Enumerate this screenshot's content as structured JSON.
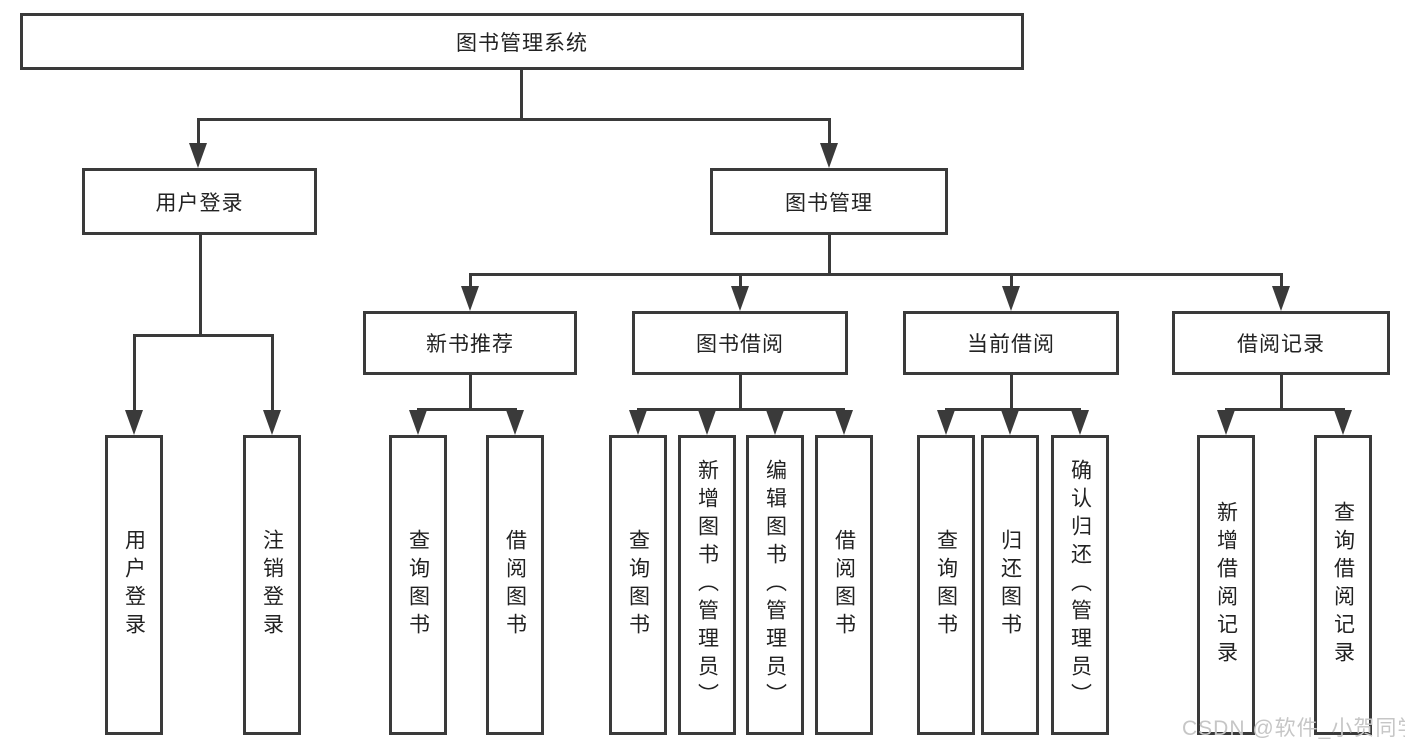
{
  "diagram": {
    "root": {
      "label": "图书管理系统"
    },
    "branches": [
      {
        "label": "用户登录",
        "children": [
          {
            "label": "用户登录"
          },
          {
            "label": "注销登录"
          }
        ]
      },
      {
        "label": "图书管理",
        "children": [
          {
            "label": "新书推荐",
            "children": [
              {
                "label": "查询图书"
              },
              {
                "label": "借阅图书"
              }
            ]
          },
          {
            "label": "图书借阅",
            "children": [
              {
                "label": "查询图书"
              },
              {
                "label": "新增图书（管理员）"
              },
              {
                "label": "编辑图书（管理员）"
              },
              {
                "label": "借阅图书"
              }
            ]
          },
          {
            "label": "当前借阅",
            "children": [
              {
                "label": "查询图书"
              },
              {
                "label": "归还图书"
              },
              {
                "label": "确认归还（管理员）"
              }
            ]
          },
          {
            "label": "借阅记录",
            "children": [
              {
                "label": "新增借阅记录"
              },
              {
                "label": "查询借阅记录"
              }
            ]
          }
        ]
      }
    ],
    "watermark": "CSDN @软件_小贺同学",
    "colors": {
      "line": "#3a3a3a",
      "text": "#222222",
      "watermark": "#c6c6c6",
      "background": "#ffffff"
    }
  }
}
